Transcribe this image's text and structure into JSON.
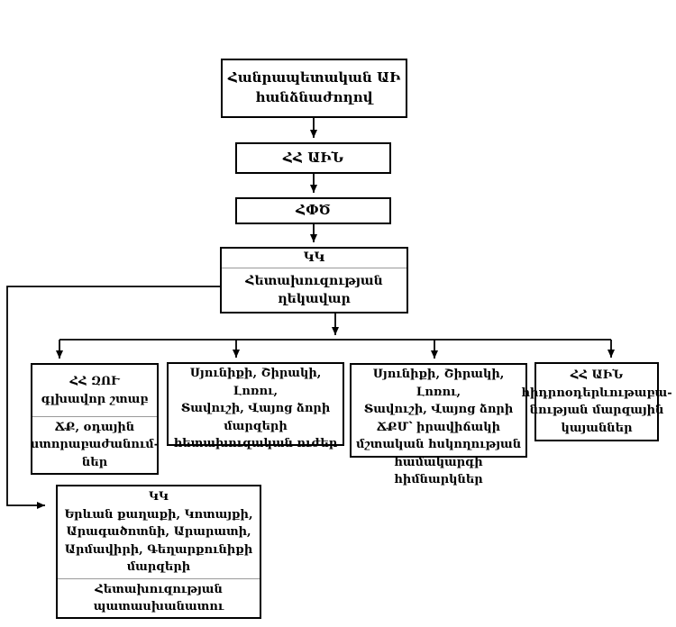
{
  "colors": {
    "line": "#000000",
    "divider": "#999999",
    "background": "#ffffff"
  },
  "nodes": {
    "commission": {
      "text": "Հանրապետական ԱԻ\nհանձնաժողով"
    },
    "ain": {
      "text": "ՀՀ ԱԻՆ"
    },
    "hpts": {
      "text": "ՀՓԾ"
    },
    "kk_recon_head": {
      "top": "ԿԿ",
      "bottom": "Հետախուզության\nղեկավար"
    },
    "zu_general_staff": {
      "top": "ՀՀ ԶՈՒ\nգլխավոր շտաբ",
      "bottom": "ՃՔ, օդային\nստորաբաժանում-\nներ"
    },
    "marz_recon_forces": {
      "text": "Սյունիքի, Շիրակի, Լոռու,\nՏավուշի, Վայոց ձորի\nմարզերի\nհետախուզական ուժեր"
    },
    "monitoring_institutions": {
      "text": "Սյունիքի, Շիրակի, Լոռու,\nՏավուշի, Վայոց ձորի\nՃՔՄ՝ իրավիճակի\nմշտական հսկողության\nհամակարգի հիմնարկներ"
    },
    "hydromet_stations": {
      "text": "ՀՀ ԱԻՆ\nհիդրոօդերևութաբա-\nնության մարզային\nկայաններ"
    },
    "kk_marz": {
      "top": "ԿԿ\nԵրևան քաղաքի, Կոտայքի,\nԱրագածոտնի, Արարատի,\nԱրմավիրի, Գեղարքունիքի\nմարզերի",
      "bottom": "Հետախուզության\nպատասխանատու"
    }
  }
}
